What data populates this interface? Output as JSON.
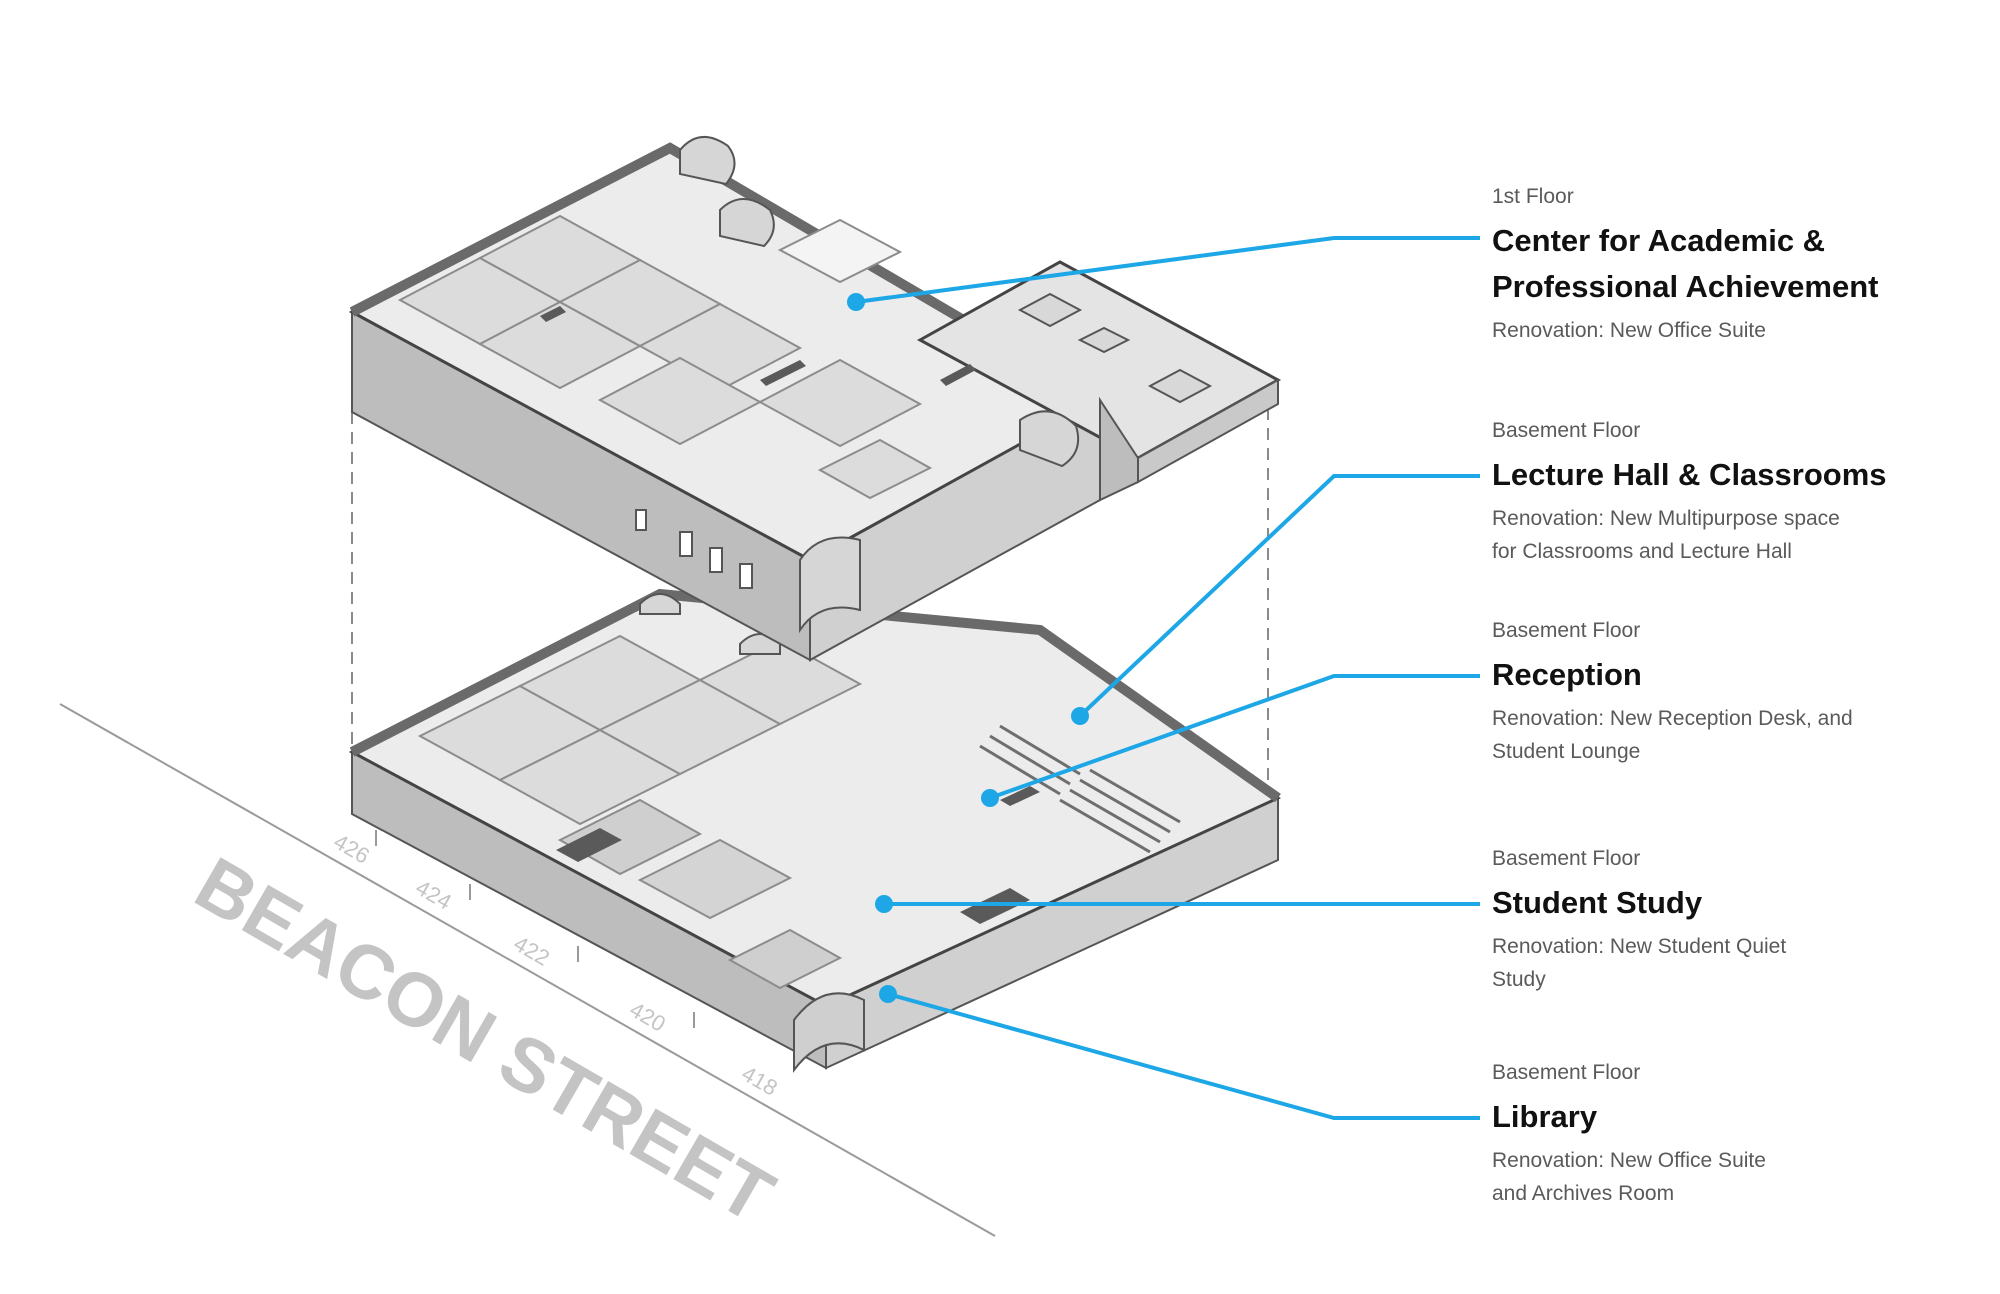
{
  "colors": {
    "accent": "#1ea7e6",
    "wall_top": "#d9d9d9",
    "wall_side": "#bdbdbd",
    "floor": "#ececec",
    "street_text": "#c4c4c4",
    "heading": "#111111",
    "subtext": "#5a5a5a"
  },
  "street": {
    "name": "BEACON STREET",
    "numbers": [
      "426",
      "424",
      "422",
      "420",
      "418"
    ]
  },
  "callouts": [
    {
      "floor": "1st Floor",
      "title_lines": [
        "Center for Academic &",
        "Professional Achievement"
      ],
      "desc_lines": [
        "Renovation: New Office Suite"
      ]
    },
    {
      "floor": "Basement Floor",
      "title_lines": [
        "Lecture Hall & Classrooms"
      ],
      "desc_lines": [
        "Renovation: New Multipurpose space",
        "for Classrooms and Lecture Hall"
      ]
    },
    {
      "floor": "Basement Floor",
      "title_lines": [
        "Reception"
      ],
      "desc_lines": [
        "Renovation: New Reception Desk, and",
        "Student Lounge"
      ]
    },
    {
      "floor": "Basement Floor",
      "title_lines": [
        "Student Study"
      ],
      "desc_lines": [
        "Renovation: New Student Quiet",
        "Study"
      ]
    },
    {
      "floor": "Basement Floor",
      "title_lines": [
        "Library"
      ],
      "desc_lines": [
        "Renovation: New Office Suite",
        "and Archives Room"
      ]
    }
  ]
}
